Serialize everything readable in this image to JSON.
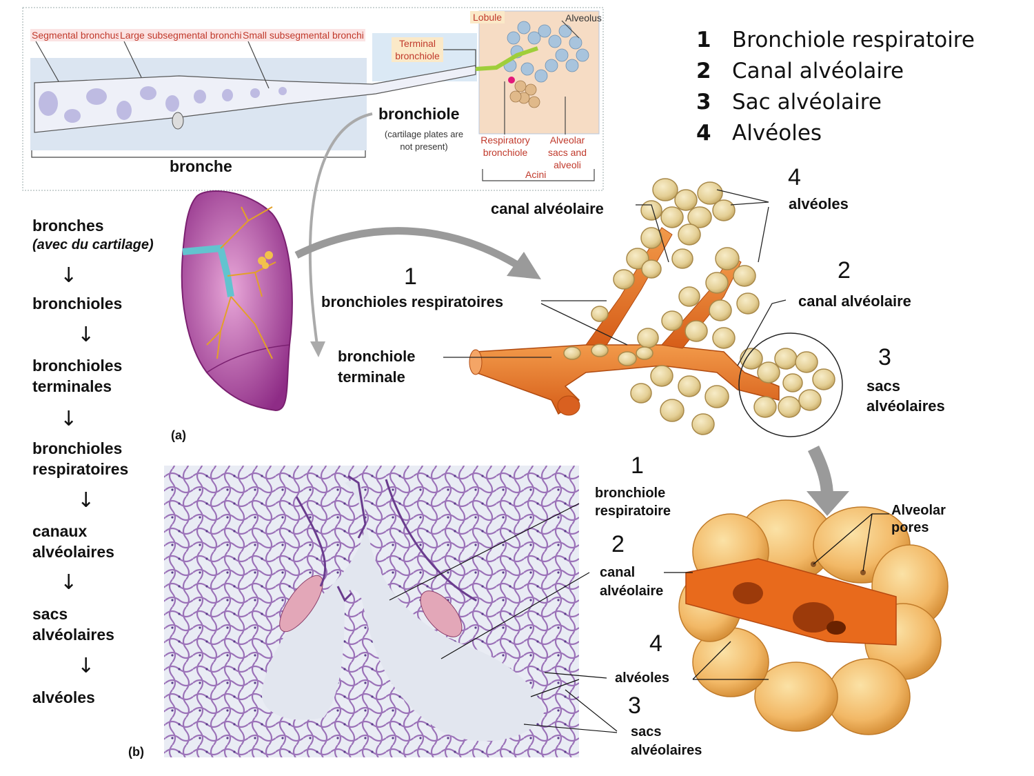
{
  "legend": [
    {
      "n": "1",
      "text": "Bronchiole respiratoire"
    },
    {
      "n": "2",
      "text": "Canal alvéolaire"
    },
    {
      "n": "3",
      "text": "Sac alvéolaire"
    },
    {
      "n": "4",
      "text": "Alvéoles"
    }
  ],
  "top_panel": {
    "segmental": "Segmental bronchus",
    "large_sub": "Large subsegmental bronchi",
    "small_sub": "Small subsegmental bronchi",
    "terminal": "Terminal bronchiole",
    "lobule": "Lobule",
    "alveolus": "Alveolus",
    "respiratory": "Respiratory bronchiole",
    "alveolar_sacs": "Alveolar sacs and alveoli",
    "acini": "Acini",
    "bronchiole": "bronchiole",
    "cartilage_note": "(cartilage plates are not present)",
    "bronche": "bronche"
  },
  "flow": [
    {
      "text": "bronches"
    },
    {
      "text": "(avec du cartilage)"
    },
    {
      "text": "bronchioles"
    },
    {
      "text": "bronchioles terminales"
    },
    {
      "text": "bronchioles respiratoires"
    },
    {
      "text": "canaux alvéolaires"
    },
    {
      "text": "sacs alvéolaires"
    },
    {
      "text": "alvéoles"
    }
  ],
  "middle": {
    "canal_top": "canal alvéolaire",
    "n4": "4",
    "alveoles": "alvéoles",
    "n1": "1",
    "bronchioles_resp": "bronchioles respiratoires",
    "n2": "2",
    "canal_right": "canal alvéolaire",
    "bronchiole_terminale_1": "bronchiole",
    "bronchiole_terminale_2": "terminale",
    "n3": "3",
    "sacs_1": "sacs",
    "sacs_2": "alvéolaires",
    "panel_a": "(a)"
  },
  "bottom": {
    "panel_b": "(b)",
    "n1": "1",
    "bronchiole_resp_1": "bronchiole",
    "bronchiole_resp_2": "respiratoire",
    "n2": "2",
    "canal_1": "canal",
    "canal_2": "alvéolaire",
    "n4": "4",
    "alveoles": "alvéoles",
    "n3": "3",
    "sacs_1": "sacs",
    "sacs_2": "alvéolaires",
    "pores_1": "Alveolar",
    "pores_2": "pores"
  },
  "colors": {
    "airway_orange": "#e8782a",
    "alveoli_tan": "#e8d6a0",
    "lung_purple": "#b14aa8",
    "histology_bg": "#e6e9f2",
    "histology_tissue": "#9a6fb5",
    "red_label": "#c0392b"
  }
}
